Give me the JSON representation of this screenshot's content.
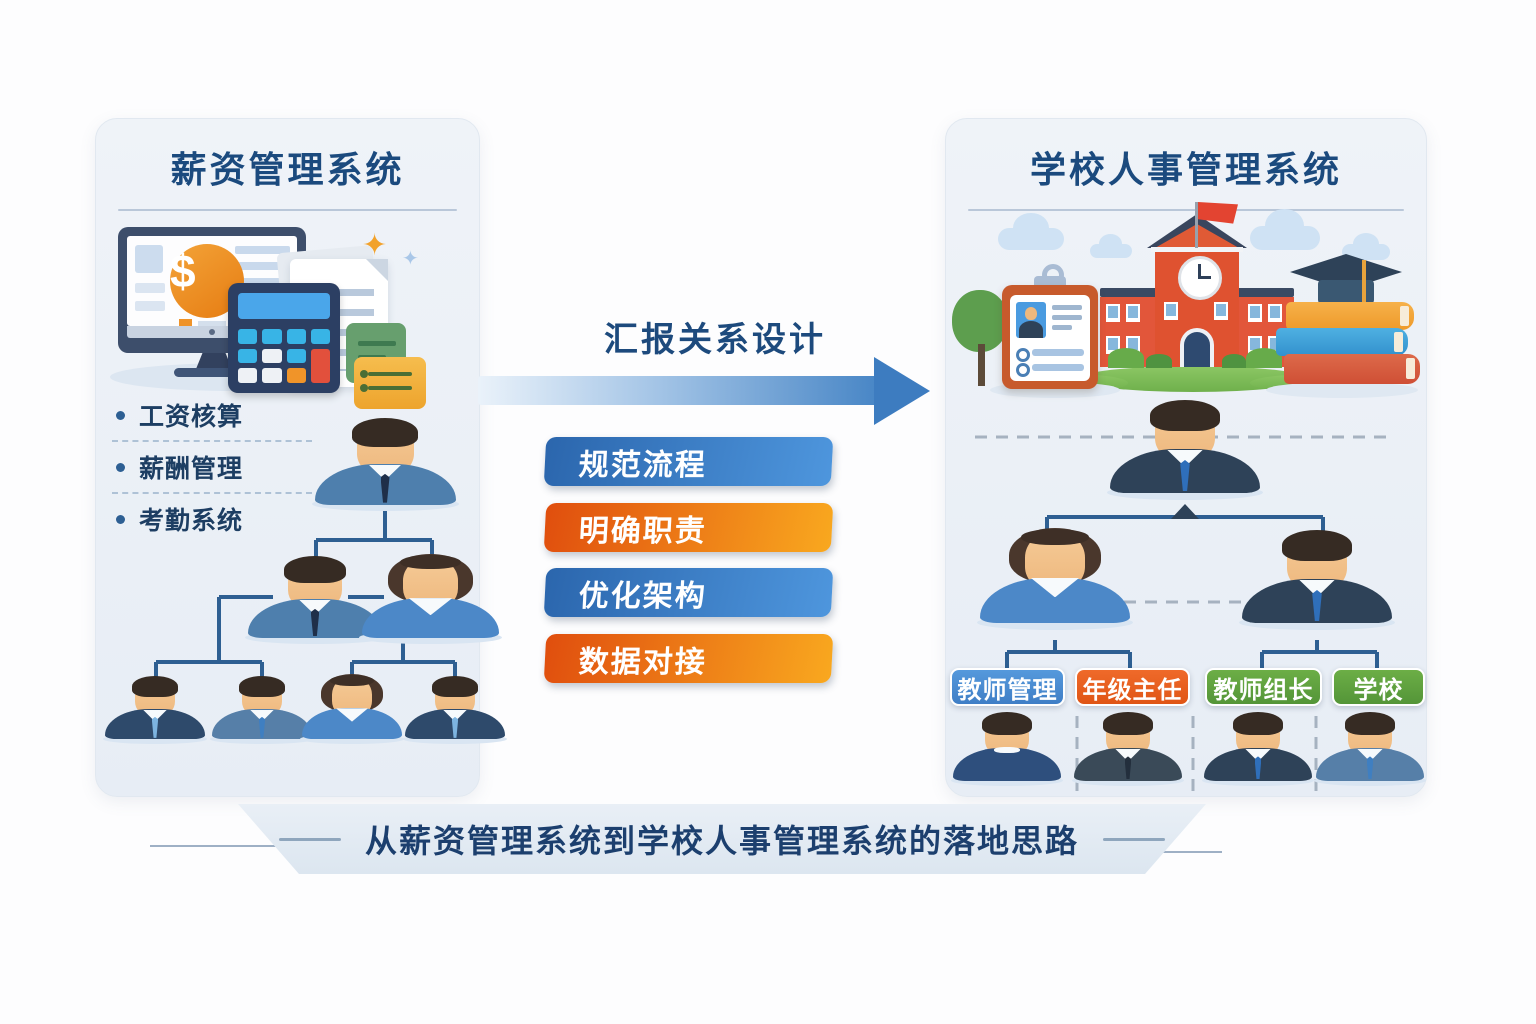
{
  "left_panel": {
    "title": "薪资管理系统",
    "features": [
      {
        "label": "工资核算"
      },
      {
        "label": "薪酬管理"
      },
      {
        "label": "考勤系统"
      }
    ],
    "illustration_icons": [
      "monitor-dollar-icon",
      "calculator-icon",
      "documents-icon",
      "sticky-notes-icon",
      "sparkle-icon"
    ]
  },
  "flow": {
    "arrow_label": "汇报关系设计",
    "steps": [
      {
        "label": "规范流程",
        "color": "#3a78bf"
      },
      {
        "label": "明确职责",
        "color": "#ee7014"
      },
      {
        "label": "优化架构",
        "color": "#3a78bf"
      },
      {
        "label": "数据对接",
        "color": "#f29413"
      }
    ]
  },
  "right_panel": {
    "title": "学校人事管理系统",
    "roles": [
      {
        "label": "教师管理",
        "color": "#4a8fd3"
      },
      {
        "label": "年级主任",
        "color": "#e45c21"
      },
      {
        "label": "教师组长",
        "color": "#5a9c3c"
      },
      {
        "label": "学校",
        "color": "#61a143"
      }
    ],
    "illustration_icons": [
      "clipboard-id-icon",
      "school-building-icon",
      "flag-icon",
      "clock-icon",
      "books-icon",
      "graduation-cap-icon",
      "tree-icon",
      "cloud-icon"
    ]
  },
  "footer": {
    "caption": "从薪资管理系统到学校人事管理系统的落地思路"
  },
  "colors": {
    "panel_bg": "#eaeff6",
    "title_text": "#1b4a7e",
    "connector": "#2e5f92",
    "accent_blue": "#3a78bf",
    "accent_orange": "#ee7014",
    "accent_green": "#5a9c3c"
  }
}
